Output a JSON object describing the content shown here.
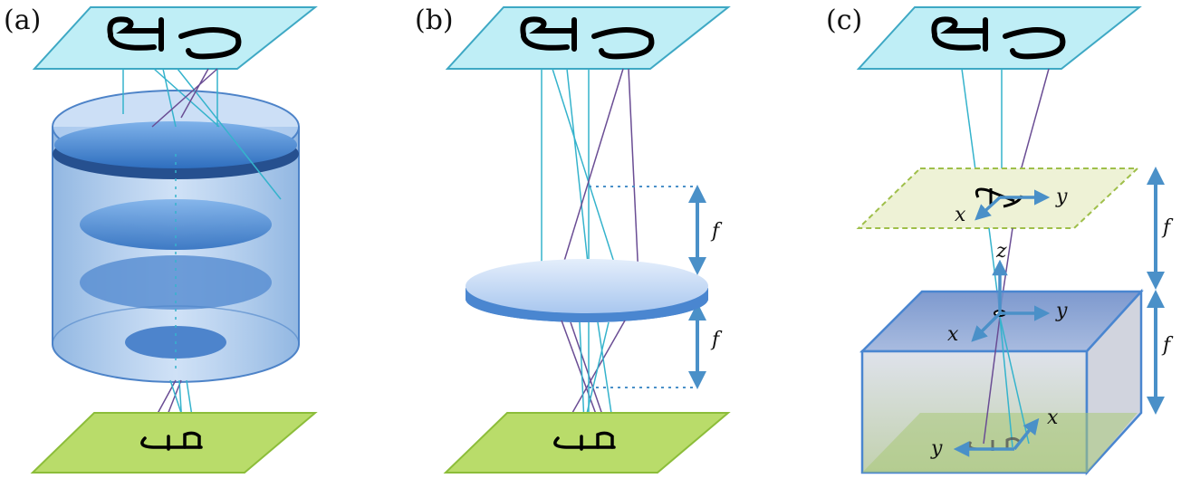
{
  "panels": [
    {
      "id": "a",
      "label": "(a)"
    },
    {
      "id": "b",
      "label": "(b)",
      "focal_top": "f",
      "focal_bottom": "f"
    },
    {
      "id": "c",
      "label": "(c)",
      "focal_top": "f",
      "focal_bottom": "f",
      "axes_upper": {
        "x": "x",
        "y": "y"
      },
      "axes_middle": {
        "x": "x",
        "y": "y",
        "z": "z"
      },
      "axes_bottom": {
        "x": "x",
        "y": "y"
      }
    }
  ],
  "colors": {
    "input_plane": "#bfeef6",
    "input_plane_stroke": "#3ea8c4",
    "output_plane": "#b9dc6a",
    "output_plane_stroke": "#8cbd3a",
    "lens": "#5b93d6",
    "ray_cyan": "#35b3cc",
    "ray_purple": "#6a4d94",
    "arrow": "#4a90c8",
    "fourier_plane": "#eef2d6",
    "fourier_plane_stroke": "#9fbf4a",
    "medium_box": "#8aa8d8"
  }
}
